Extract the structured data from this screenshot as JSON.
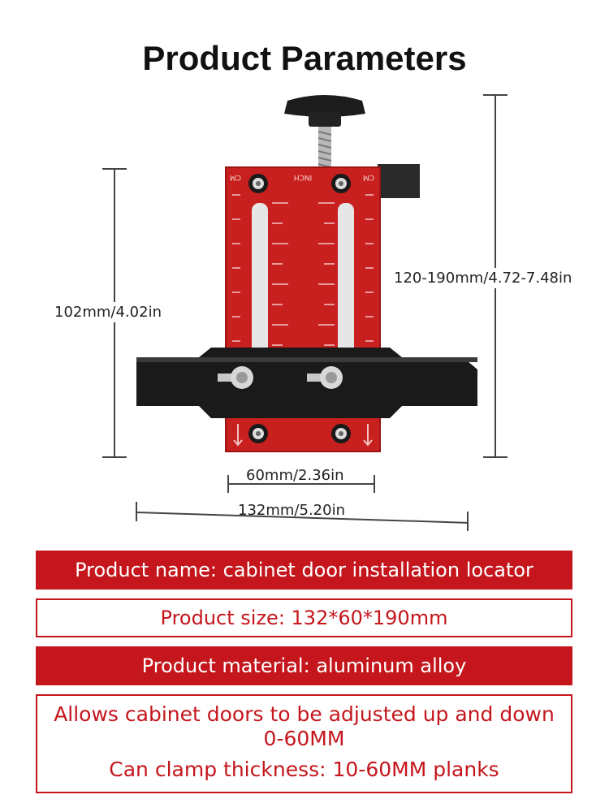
{
  "title": "Product Parameters",
  "dimensions": {
    "height_body": "102mm/4.02in",
    "height_total": "120-190mm/4.72-7.48in",
    "inner_width": "60mm/2.36in",
    "total_width": "132mm/5.20in"
  },
  "tool_labels": {
    "inch_label": "INCH",
    "cm_label_left": "CM",
    "cm_label_right": "CM"
  },
  "specs": {
    "name": "Product name: cabinet door installation locator",
    "size": "Product size: 132*60*190mm",
    "material": "Product material: aluminum alloy",
    "feature_1": "Allows cabinet doors to be adjusted up and down 0-60MM",
    "feature_2": "Can clamp thickness: 10-60MM planks"
  },
  "colors": {
    "brand_red": "#c4161c",
    "body_red": "#c8201e",
    "clamp_black": "#1a1a1a"
  }
}
